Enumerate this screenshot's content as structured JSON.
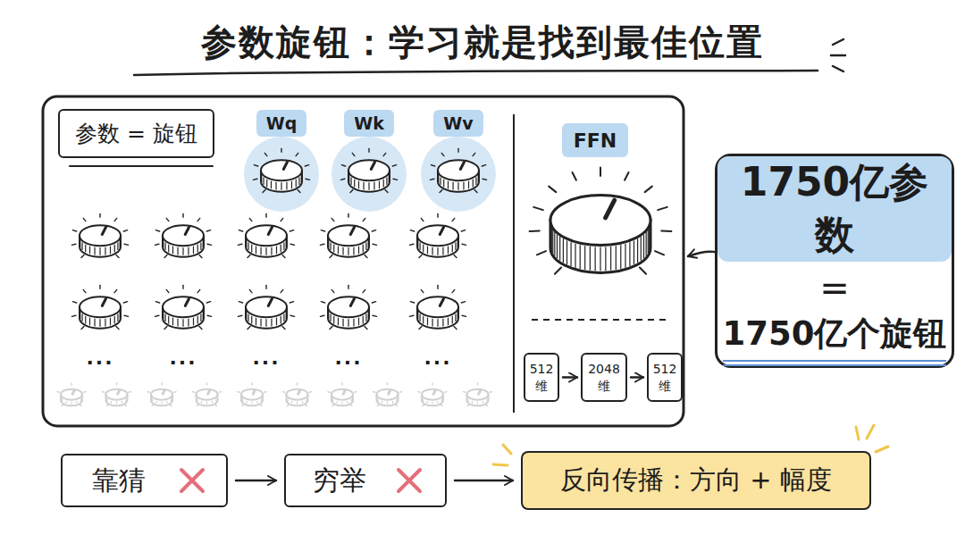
{
  "diagram": {
    "title": "参数旋钮：学习就是找到最佳位置",
    "nodes": [
      {
        "text": [
          "参数 = 旋钮"
        ]
      },
      {
        "text": [
          "Wq"
        ]
      },
      {
        "text": [
          "Wk"
        ]
      },
      {
        "text": [
          "Wv"
        ]
      },
      {
        "text": [
          "FFN"
        ]
      },
      {
        "text": [
          "512 维"
        ]
      },
      {
        "text": [
          "2048 维"
        ]
      },
      {
        "text": [
          "512 维"
        ]
      },
      {
        "text": [
          "1750亿参数",
          "=",
          "1750亿个旋钮"
        ]
      },
      {
        "text": [
          "靠猜"
        ]
      },
      {
        "text": [
          "穷举"
        ]
      },
      {
        "text": [
          "反向传播：方向 + 幅度"
        ]
      }
    ],
    "edges": [
      {
        "from": 5,
        "to": 6,
        "arrow": "to"
      },
      {
        "from": 6,
        "to": 7,
        "arrow": "to"
      },
      {
        "from": 9,
        "to": 10,
        "arrow": "to"
      },
      {
        "from": 10,
        "to": 11,
        "arrow": "to"
      }
    ],
    "labels": [
      "...",
      "...",
      "...",
      "...",
      "..."
    ]
  }
}
